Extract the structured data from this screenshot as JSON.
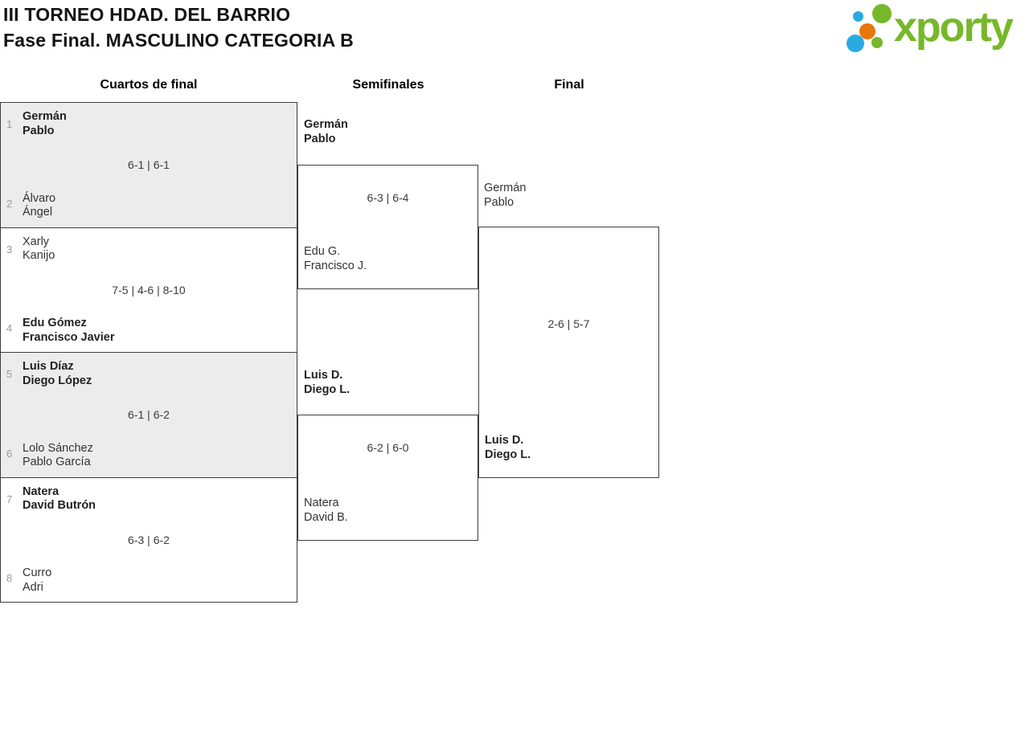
{
  "header": {
    "title_line1": "III TORNEO HDAD. DEL BARRIO",
    "title_line2": "Fase Final. MASCULINO CATEGORIA B"
  },
  "logo": {
    "text": "xporty",
    "brand_green": "#76b82a",
    "brand_blue": "#29abe2",
    "brand_orange": "#e8770d"
  },
  "columns": {
    "quarterfinals": "Cuartos de final",
    "semifinals": "Semifinales",
    "final": "Final"
  },
  "bracket": {
    "quarterfinals": [
      {
        "seed_top": "1",
        "team_top": [
          "Germán",
          "Pablo"
        ],
        "top_winner": true,
        "score": "6-1 | 6-1",
        "seed_bottom": "2",
        "team_bottom": [
          "Álvaro",
          "Ángel"
        ],
        "bottom_winner": false
      },
      {
        "seed_top": "3",
        "team_top": [
          "Xarly",
          "Kanijo"
        ],
        "top_winner": false,
        "score": "7-5 | 4-6 | 8-10",
        "seed_bottom": "4",
        "team_bottom": [
          "Edu Gómez",
          "Francisco Javier"
        ],
        "bottom_winner": true
      },
      {
        "seed_top": "5",
        "team_top": [
          "Luis Díaz",
          "Diego López"
        ],
        "top_winner": true,
        "score": "6-1 | 6-2",
        "seed_bottom": "6",
        "team_bottom": [
          "Lolo Sánchez",
          "Pablo García"
        ],
        "bottom_winner": false
      },
      {
        "seed_top": "7",
        "team_top": [
          "Natera",
          "David Butrón"
        ],
        "top_winner": true,
        "score": "6-3 | 6-2",
        "seed_bottom": "8",
        "team_bottom": [
          "Curro",
          "Adri"
        ],
        "bottom_winner": false
      }
    ],
    "semifinals": [
      {
        "team_top": [
          "Germán",
          "Pablo"
        ],
        "top_winner": true,
        "score": "6-3 | 6-4",
        "team_bottom": [
          "Edu G.",
          "Francisco J."
        ],
        "bottom_winner": false
      },
      {
        "team_top": [
          "Luis D.",
          "Diego L."
        ],
        "top_winner": true,
        "score": "6-2 | 6-0",
        "team_bottom": [
          "Natera",
          "David B."
        ],
        "bottom_winner": false
      }
    ],
    "final": {
      "team_top": [
        "Germán",
        "Pablo"
      ],
      "top_winner": false,
      "score": "2-6 | 5-7",
      "team_bottom": [
        "Luis D.",
        "Diego L."
      ],
      "bottom_winner": true
    }
  }
}
